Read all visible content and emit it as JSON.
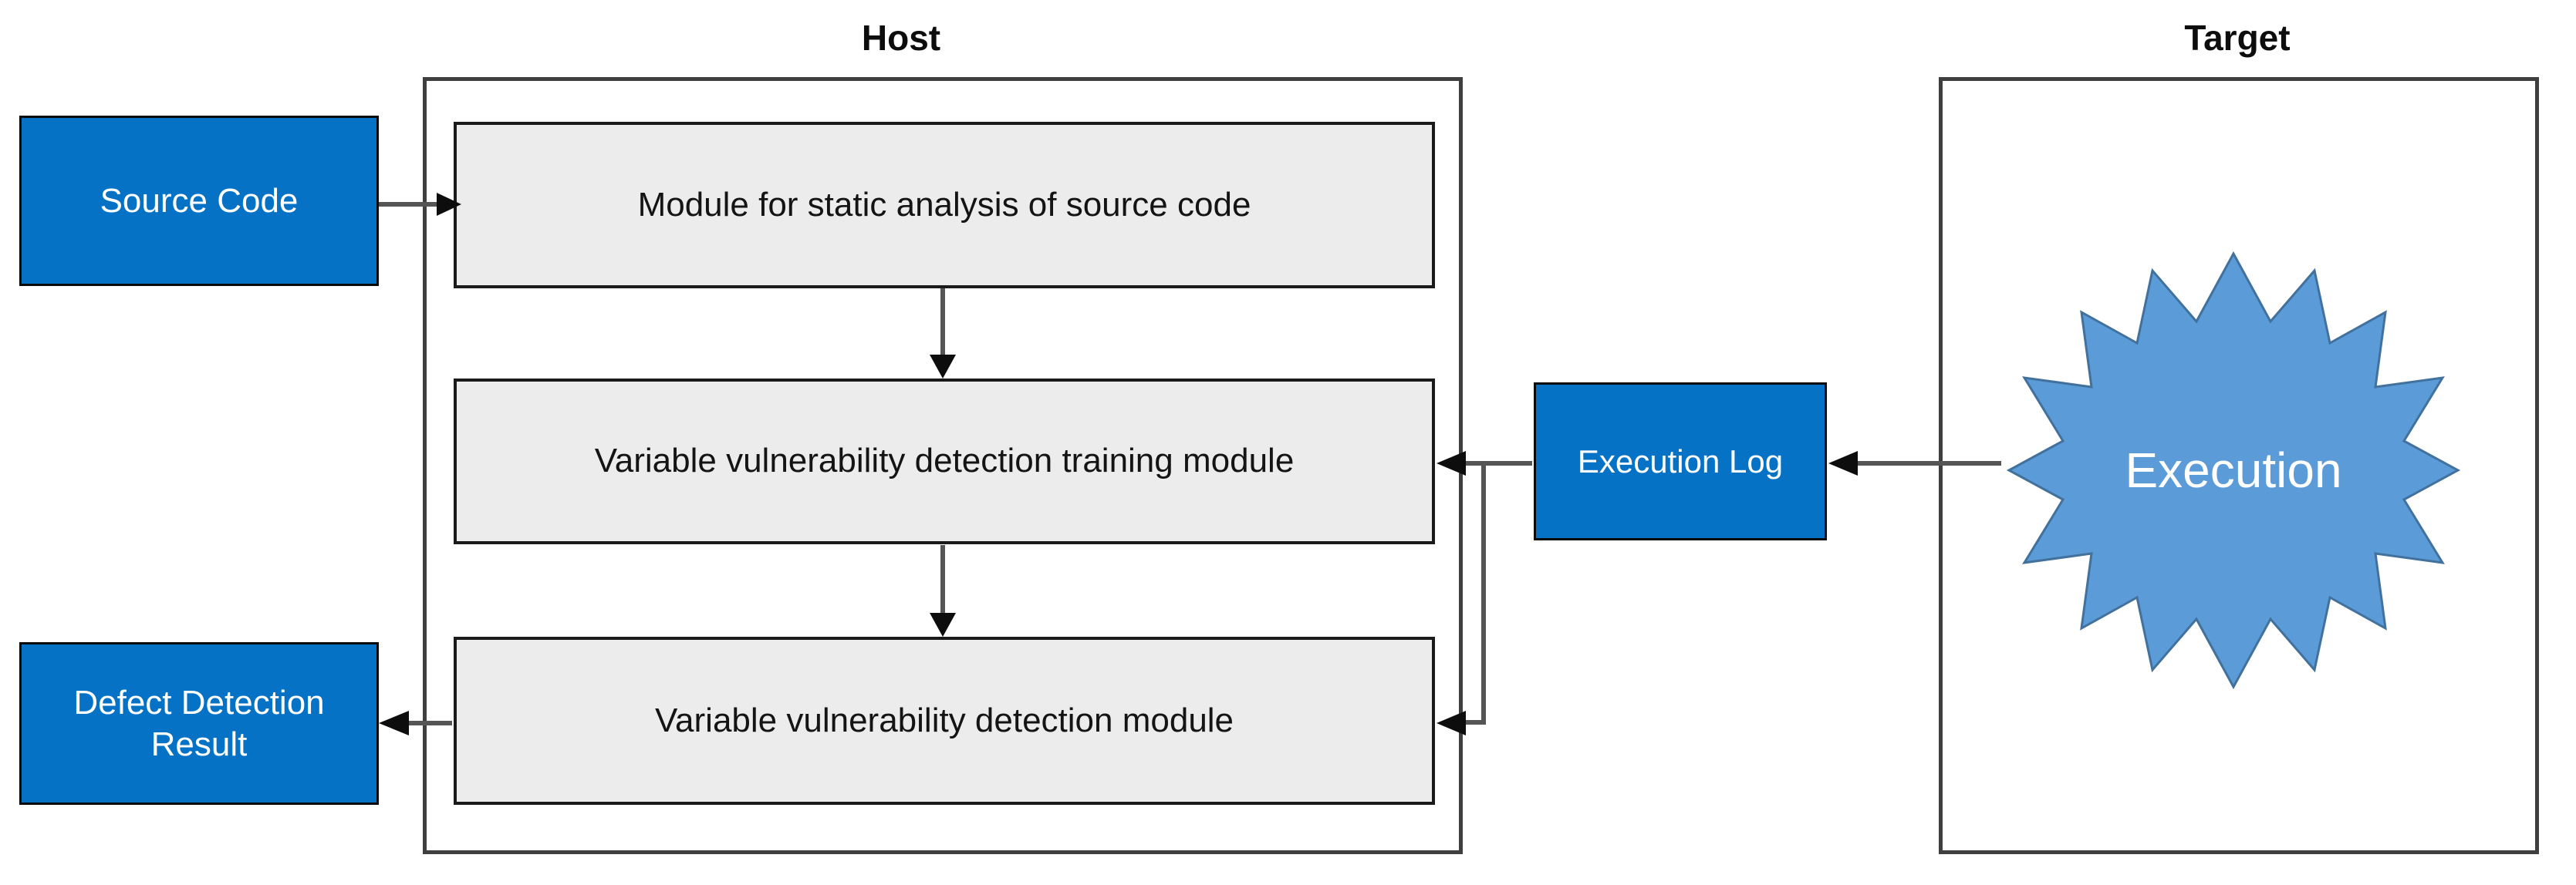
{
  "diagram": {
    "title_host": "Host",
    "title_target": "Target",
    "containers": [
      {
        "name": "host",
        "label": "Host"
      },
      {
        "name": "target",
        "label": "Target"
      }
    ],
    "nodes": {
      "source_code": {
        "label": "Source Code",
        "fill": "#0672c5",
        "text_color": "#ffffff",
        "shape": "rectangle"
      },
      "defect_result": {
        "label": "Defect Detection Result",
        "fill": "#0672c5",
        "text_color": "#ffffff",
        "shape": "rectangle"
      },
      "static_analysis": {
        "label": "Module for static analysis of source code",
        "fill": "#ececec",
        "text_color": "#141414",
        "shape": "rectangle"
      },
      "training_module": {
        "label": "Variable vulnerability detection training module",
        "fill": "#ececec",
        "text_color": "#141414",
        "shape": "rectangle"
      },
      "detection_module": {
        "label": "Variable vulnerability detection module",
        "fill": "#ececec",
        "text_color": "#141414",
        "shape": "rectangle"
      },
      "execution_log": {
        "label": "Execution Log",
        "fill": "#0672c5",
        "text_color": "#ffffff",
        "shape": "rectangle"
      },
      "execution": {
        "label": "Execution",
        "fill": "#5b9bd8",
        "text_color": "#ffffff",
        "shape": "explosion-star"
      }
    },
    "edges": [
      {
        "name": "source-code-to-static-analysis",
        "from": "source_code",
        "to": "static_analysis"
      },
      {
        "name": "static-analysis-to-training-module",
        "from": "static_analysis",
        "to": "training_module"
      },
      {
        "name": "training-module-to-detection-module",
        "from": "training_module",
        "to": "detection_module"
      },
      {
        "name": "execution-log-to-training-module",
        "from": "execution_log",
        "to": "training_module"
      },
      {
        "name": "execution-log-to-detection-module",
        "from": "execution_log",
        "to": "detection_module"
      },
      {
        "name": "execution-to-execution-log",
        "from": "execution",
        "to": "execution_log"
      },
      {
        "name": "detection-module-to-defect-result",
        "from": "detection_module",
        "to": "defect_result"
      }
    ],
    "colors": {
      "accent_blue": "#0672c5",
      "star_blue": "#5b9bd8",
      "module_grey": "#ececec",
      "border_dark": "#3f3f3f",
      "connector": "#404040",
      "background": "#ffffff"
    }
  }
}
